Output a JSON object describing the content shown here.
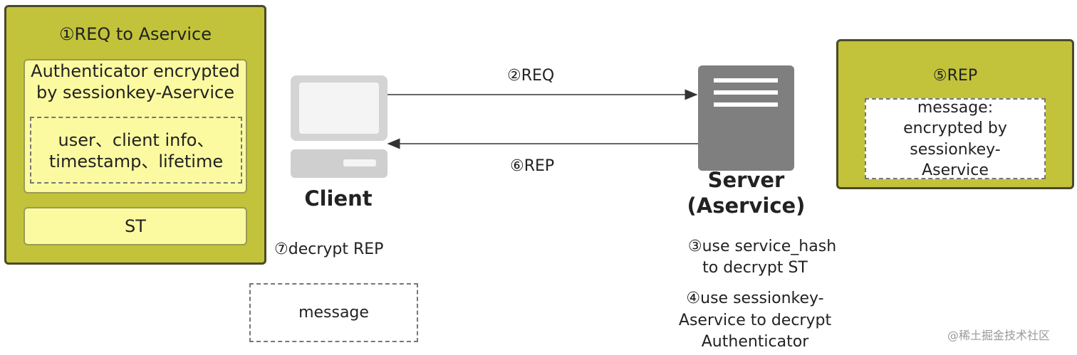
{
  "left_panel": {
    "title": "①REQ to Aservice",
    "authenticator_label_line1": "Authenticator encrypted",
    "authenticator_label_line2": "by sessionkey-Aservice",
    "inner_line1": "user、client info、",
    "inner_line2": "timestamp、lifetime",
    "st_label": "ST"
  },
  "client": {
    "label": "Client",
    "step7": "⑦decrypt REP",
    "message": "message"
  },
  "arrows": {
    "req_label": "②REQ",
    "rep_label": "⑥REP"
  },
  "server": {
    "label_line1": "Server",
    "label_line2": "(Aservice)",
    "step3_line1": "③use service_hash",
    "step3_line2": "to decrypt ST",
    "step4_line1": "④use sessionkey-",
    "step4_line2": "Aservice to decrypt",
    "step4_line3": "Authenticator"
  },
  "right_panel": {
    "title": "⑤REP",
    "msg_line1": "message:",
    "msg_line2": "encrypted by",
    "msg_line3": "sessionkey-",
    "msg_line4": "Aservice"
  },
  "watermark": "@稀土掘金技术社区"
}
